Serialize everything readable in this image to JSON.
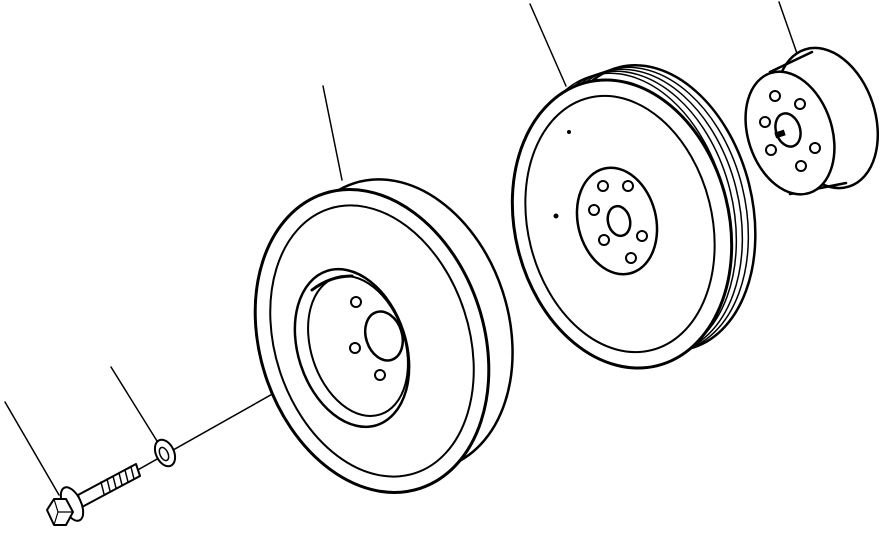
{
  "diagram": {
    "type": "exploded-parts-view",
    "parts": [
      {
        "id": "flange-bolt",
        "icon": "hex-flange-bolt"
      },
      {
        "id": "washer",
        "icon": "flat-washer"
      },
      {
        "id": "vibration-damper",
        "icon": "damper-disc"
      },
      {
        "id": "crankshaft-pulley",
        "icon": "multi-groove-pulley"
      },
      {
        "id": "pulley-hub",
        "icon": "hub-spacer"
      }
    ],
    "line_color": "#000000",
    "background": "#ffffff"
  }
}
